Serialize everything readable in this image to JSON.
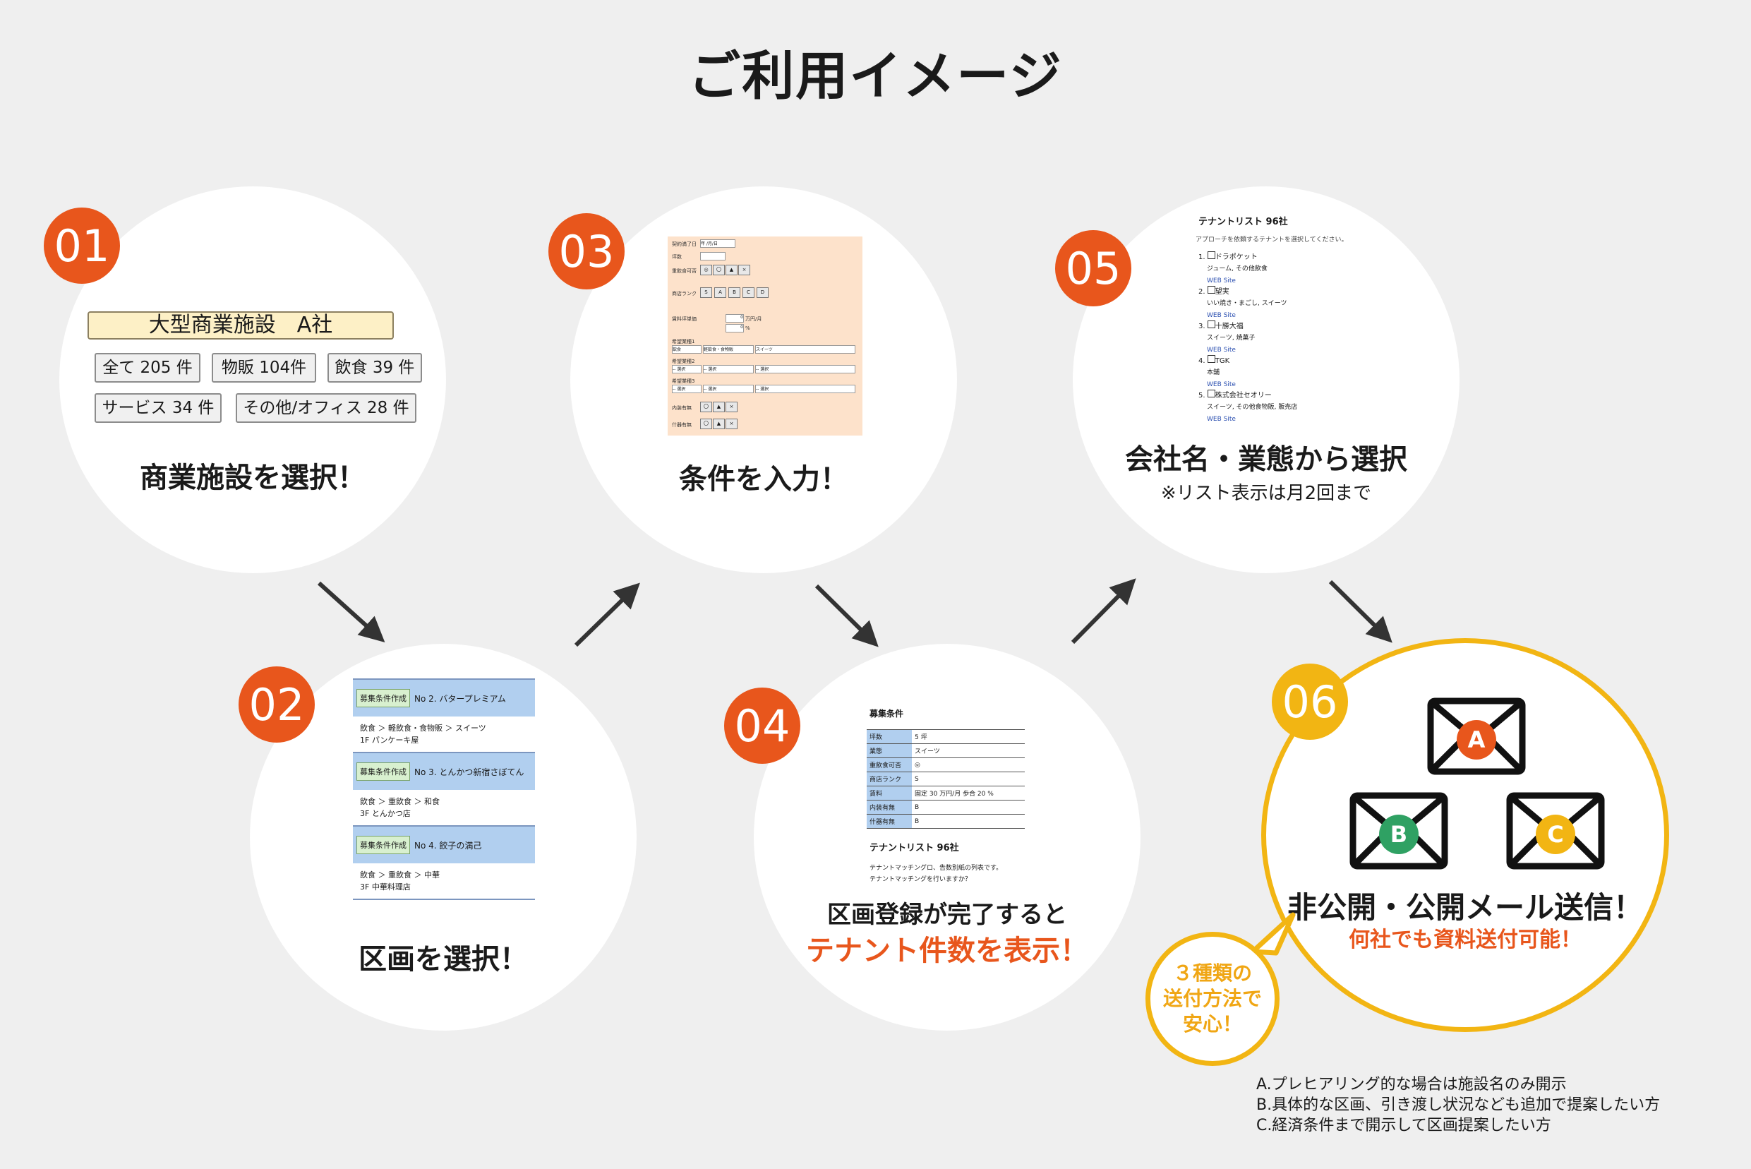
{
  "title": "ご利用イメージ",
  "steps": [
    {
      "num": "01",
      "caption": "商業施設を選択！"
    },
    {
      "num": "02",
      "caption": "区画を選択！"
    },
    {
      "num": "03",
      "caption": "条件を入力！"
    },
    {
      "num": "04",
      "caption_line1": "区画登録が完了すると",
      "caption_line2": "テナント件数を表示！"
    },
    {
      "num": "05",
      "caption": "会社名・業態から選択",
      "sub": "※リスト表示は月2回まで"
    },
    {
      "num": "06",
      "caption": "非公開・公開メール送信！",
      "sub": "何社でも資料送付可能！"
    }
  ],
  "step1": {
    "facility": "大型商業施設　A社",
    "chips": [
      "全て 205 件",
      "物販 104件",
      "飲食 39 件",
      "サービス 34 件",
      "その他/オフィス 28 件"
    ]
  },
  "step2": {
    "rows": [
      {
        "button": "募集条件作成",
        "title": "No 2. バタープレミアム",
        "line1": "飲食 ＞ 軽飲食・食物販 ＞ スイーツ",
        "line2": "1F パンケーキ屋"
      },
      {
        "button": "募集条件作成",
        "title": "No 3. とんかつ新宿さぼてん",
        "line1": "飲食 ＞ 重飲食 ＞ 和食",
        "line2": "3F とんかつ店"
      },
      {
        "button": "募集条件作成",
        "title": "No 4. 餃子の満己",
        "line1": "飲食 ＞ 重飲食 ＞ 中華",
        "line2": "3F 中華料理店"
      }
    ]
  },
  "step3": {
    "labels": [
      "契約満了日",
      "坪数",
      "重飲食可否",
      "商店ランク",
      "賃料坪単価",
      "希望業種1",
      "希望業種2",
      "希望業種3",
      "内装有無",
      "什器有無"
    ],
    "date": "年 /月/日",
    "select1a": "飲食",
    "select1b": "軽飲食・食物販",
    "select1c": "スイーツ",
    "select_default": "-- 選択",
    "rank_buttons": [
      "S",
      "A",
      "B",
      "C",
      "D"
    ],
    "mark_buttons": [
      "◎",
      "〇",
      "▲",
      "×"
    ],
    "rent_value": "0",
    "rent_unit": "万円/月",
    "pct_value": "0",
    "pct_unit": "%"
  },
  "step4": {
    "heading": "募集条件",
    "table": [
      {
        "k": "坪数",
        "v": "5 坪"
      },
      {
        "k": "業態",
        "v": "スイーツ"
      },
      {
        "k": "重飲食可否",
        "v": "◎"
      },
      {
        "k": "商店ランク",
        "v": "S"
      },
      {
        "k": "賃料",
        "v": "固定 30 万円/月 歩合 20 %"
      },
      {
        "k": "内装有無",
        "v": "B"
      },
      {
        "k": "什器有無",
        "v": "B"
      }
    ],
    "list_title": "テナントリスト 96社",
    "list_text1": "テナントマッチングロ、告数別紙の列表です。",
    "list_text2": "テナントマッチングを行いますか？"
  },
  "step5": {
    "list_title": "テナントリスト 96社",
    "intro": "アプローチを依頼するテナントを選択してください。",
    "items": [
      {
        "no": "1.",
        "name": "ドラポケット",
        "desc": "ジューム, その他飲食",
        "link": "WEB Site"
      },
      {
        "no": "2.",
        "name": "望実",
        "desc": "いい焼き・まごし, スイーツ",
        "link": "WEB Site"
      },
      {
        "no": "3.",
        "name": "十勝大福",
        "desc": "スイーツ, 焼菓子",
        "link": "WEB Site"
      },
      {
        "no": "4.",
        "name": "TGK",
        "desc": "本舗",
        "link": "WEB Site"
      },
      {
        "no": "5.",
        "name": "株式会社セオリー",
        "desc": "スイーツ, その他食物販, 販売店",
        "link": "WEB Site"
      }
    ]
  },
  "step6": {
    "envelopes": [
      "A",
      "B",
      "C"
    ],
    "envelope_colors": {
      "A": "#e8561c",
      "B": "#2fa163",
      "C": "#f2b513"
    }
  },
  "bubble": {
    "line1": "３種類の",
    "line2": "送付方法で",
    "line3": "安心！"
  },
  "notes": [
    "A.プレヒアリング的な場合は施設名のみ開示",
    "B.具体的な区画、引き渡し状況なども追加で提案したい方",
    "C.経済条件まで開示して区画提案したい方"
  ],
  "colors": {
    "accent": "#e8561c",
    "yellow": "#f2b513",
    "background": "#efefef"
  }
}
